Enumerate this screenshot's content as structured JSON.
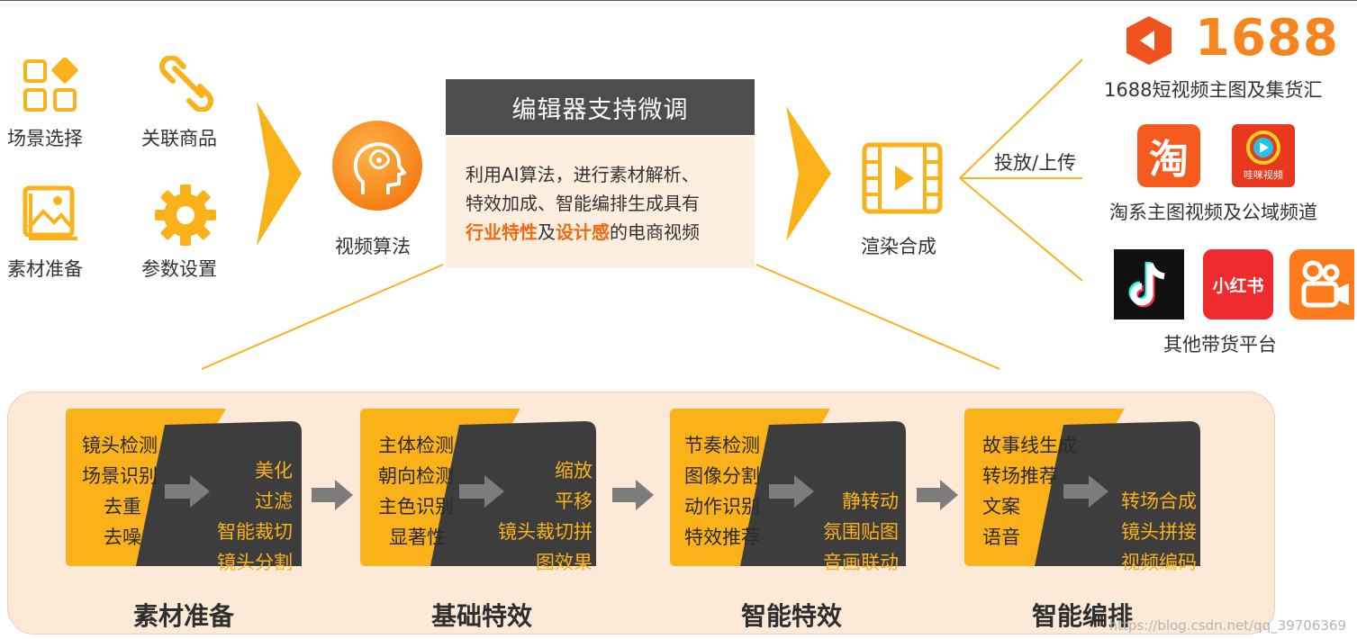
{
  "inputs": {
    "scene_select": "场景选择",
    "link_product": "关联商品",
    "material_prep": "素材准备",
    "param_settings": "参数设置"
  },
  "algorithm_label": "视频算法",
  "editor": {
    "header": "编辑器支持微调",
    "desc_line1": "利用AI算法，进行素材解析、",
    "desc_line2": "特效加成、智能编排生成具有",
    "desc_hl1": "行业特性",
    "desc_mid": "及",
    "desc_hl2": "设计感",
    "desc_tail": "的电商视频"
  },
  "render_label": "渲染合成",
  "publish_label": "投放/上传",
  "platforms": {
    "p1688_logo": "1688",
    "p1688_caption": "1688短视频主图及集货汇",
    "taobao_logo": "淘",
    "wawa_logo": "哇咪视频",
    "taobao_caption": "淘系主图视频及公域频道",
    "xhs_logo": "小红书",
    "others_caption": "其他带货平台"
  },
  "stages": [
    {
      "name": "素材准备",
      "left": [
        "镜头检测",
        "场景识别",
        "去重",
        "去噪"
      ],
      "right": [
        "美化",
        "过滤",
        "智能裁切",
        "镜头分割"
      ]
    },
    {
      "name": "基础特效",
      "left": [
        "主体检测",
        "朝向检测",
        "主色识别",
        "显著性"
      ],
      "right": [
        "缩放",
        "平移",
        "镜头裁切拼",
        "图效果"
      ]
    },
    {
      "name": "智能特效",
      "left": [
        "节奏检测",
        "图像分割",
        "动作识别",
        "特效推荐"
      ],
      "right": [
        "静转动",
        "氛围贴图",
        "音画联动"
      ]
    },
    {
      "name": "智能编排",
      "left": [
        "故事线生成",
        "转场推荐",
        "文案",
        "语音"
      ],
      "right": [
        "转场合成",
        "镜头拼接",
        "视频编码"
      ]
    }
  ],
  "watermark": "https://blog.csdn.net/qq_39706369",
  "colors": {
    "accent": "#fbb21a",
    "orange": "#f7861b",
    "dark": "#3d3d3d",
    "highlight": "#f06a12",
    "band": "#fde9d8"
  }
}
